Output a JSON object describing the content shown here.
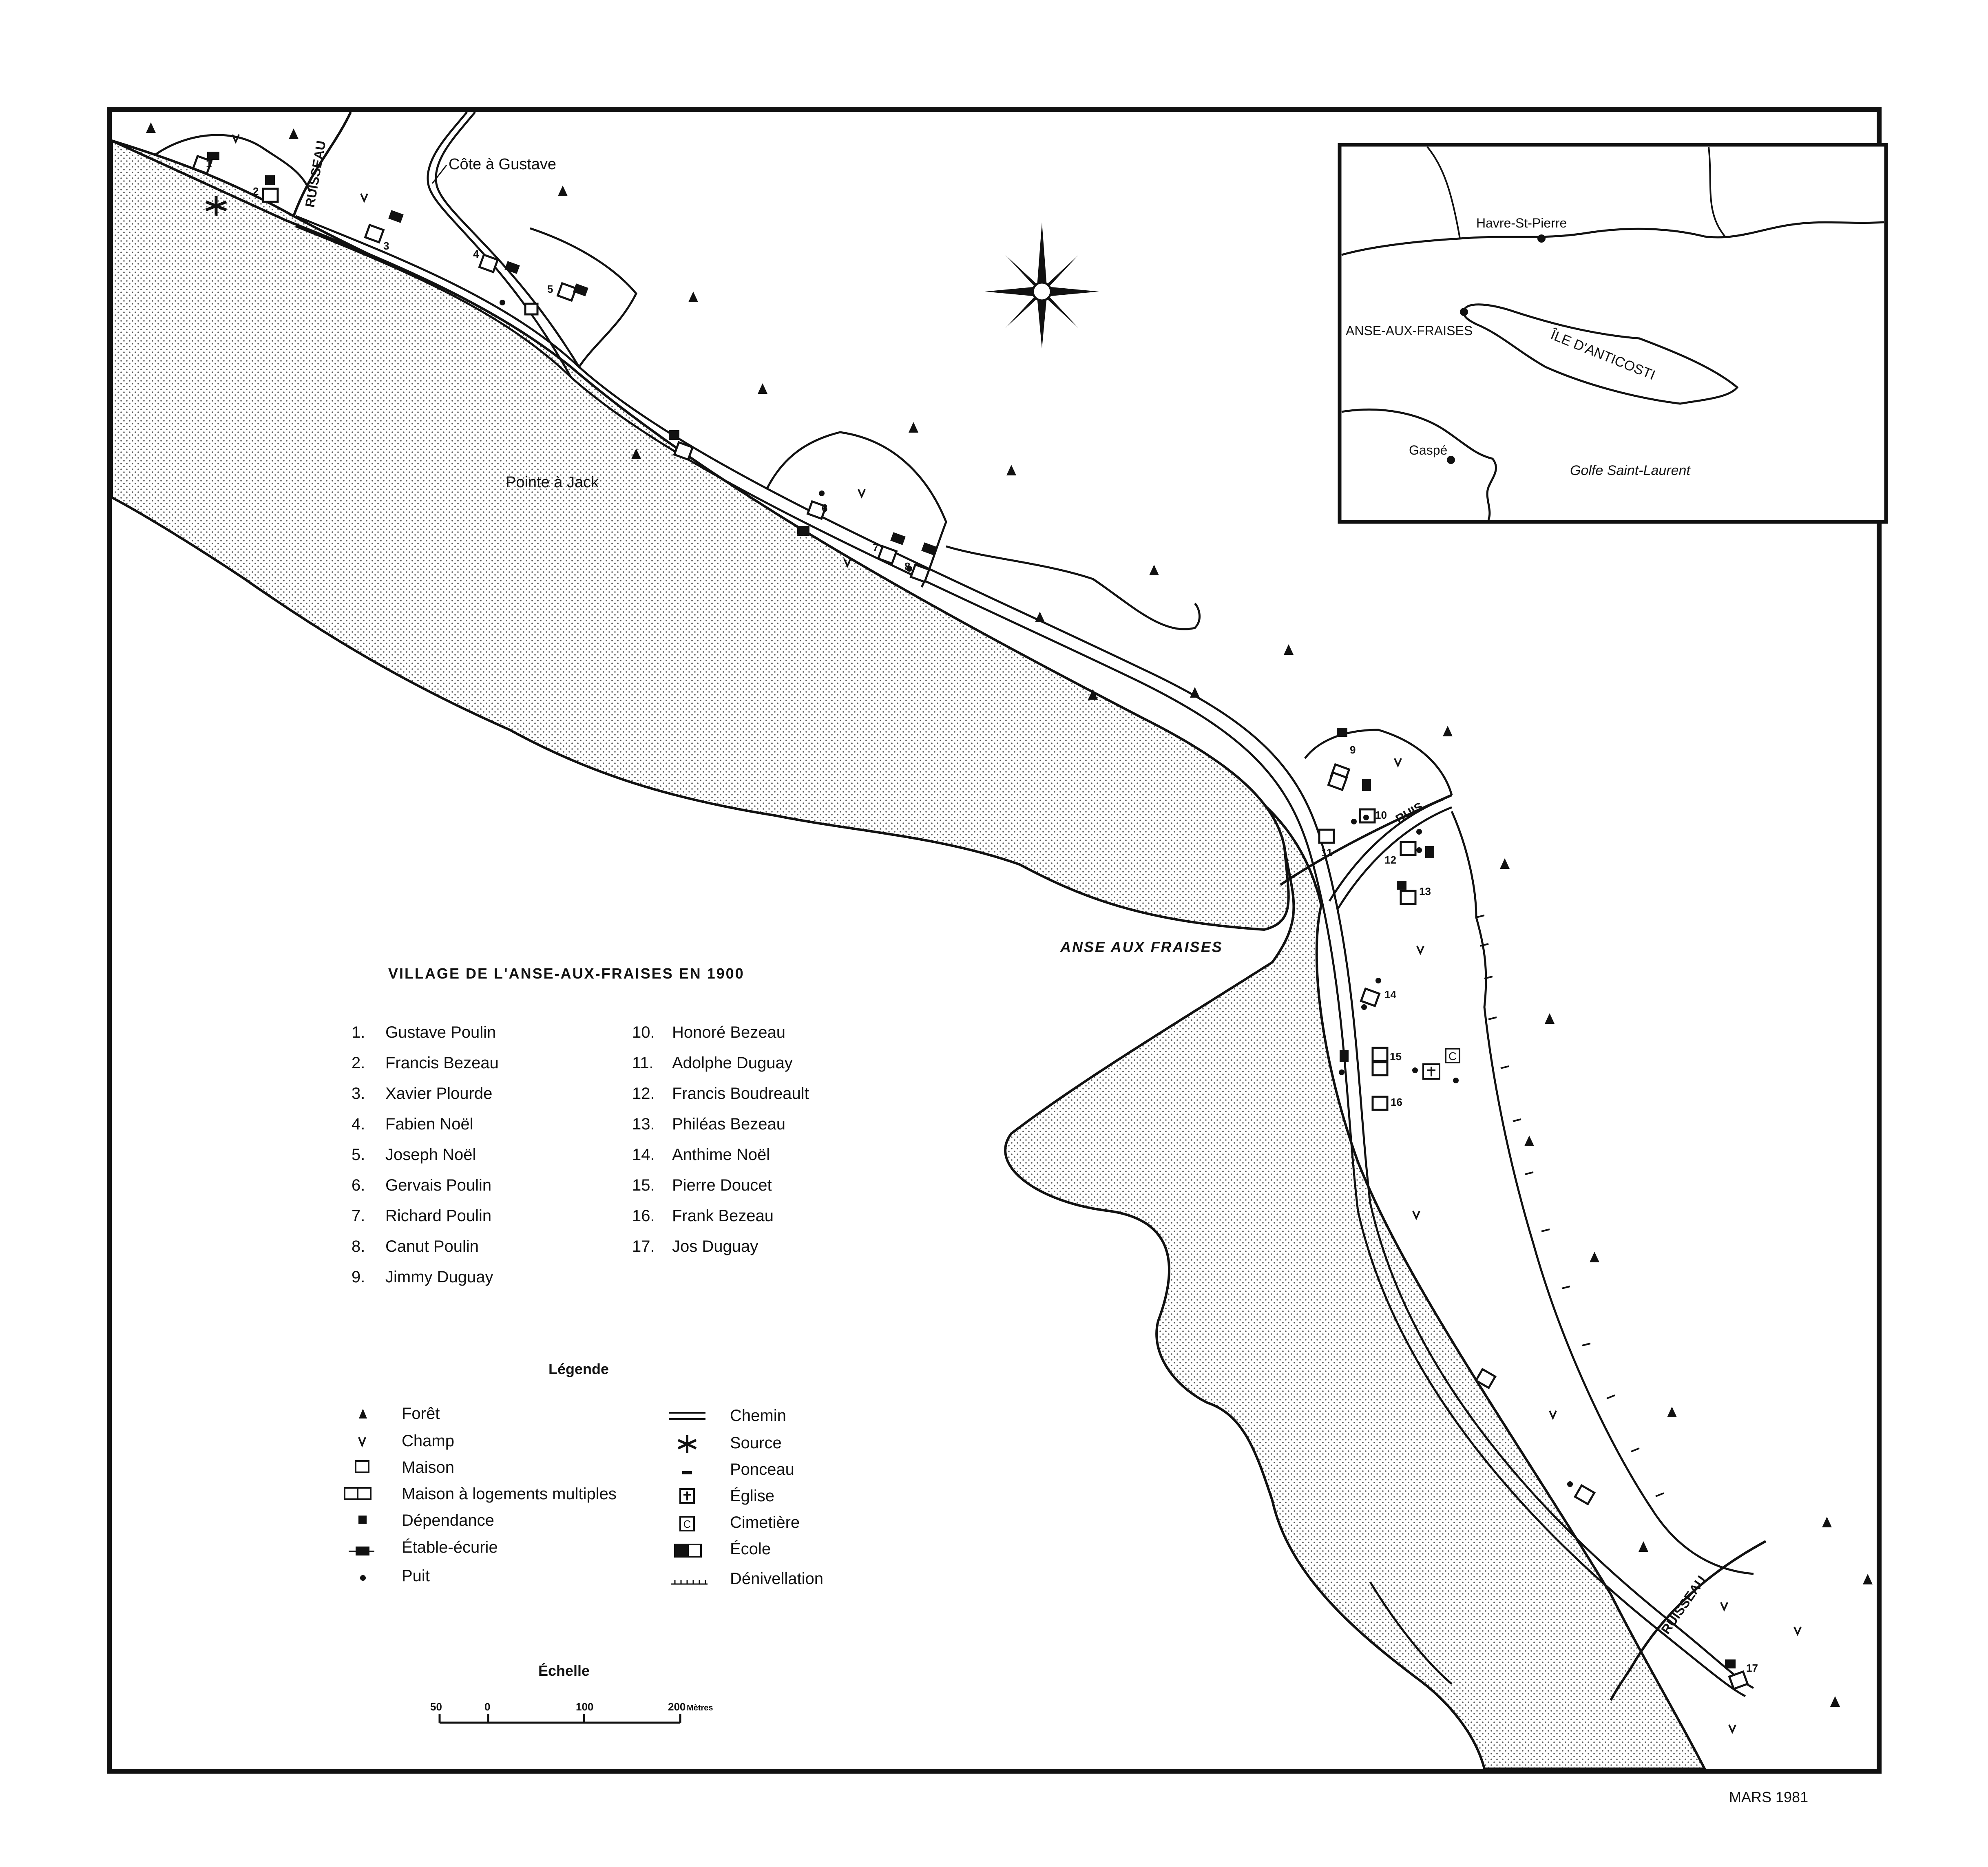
{
  "title": "VILLAGE DE L'ANSE-AUX-FRAISES EN 1900",
  "date": "MARS 1981",
  "place_labels": {
    "cote_gustave": "Côte à Gustave",
    "pointe_jack": "Pointe à Jack",
    "anse_aux_fraises": "ANSE AUX FRAISES",
    "ruisseau_nw": "RUISSEAU",
    "ruisseau_se": "RUISSEAU",
    "ruis": "RUIS."
  },
  "inset": {
    "havre_st_pierre": "Havre-St-Pierre",
    "anse_aux_fraises": "ANSE-AUX-FRAISES",
    "ile_anticosti": "ÎLE D'ANTICOSTI",
    "gaspe": "Gaspé",
    "golfe": "Golfe Saint-Laurent"
  },
  "residents": [
    {
      "num": "1.",
      "name": "Gustave Poulin"
    },
    {
      "num": "2.",
      "name": "Francis Bezeau"
    },
    {
      "num": "3.",
      "name": "Xavier Plourde"
    },
    {
      "num": "4.",
      "name": "Fabien Noël"
    },
    {
      "num": "5.",
      "name": "Joseph Noël"
    },
    {
      "num": "6.",
      "name": "Gervais Poulin"
    },
    {
      "num": "7.",
      "name": "Richard Poulin"
    },
    {
      "num": "8.",
      "name": "Canut Poulin"
    },
    {
      "num": "9.",
      "name": "Jimmy Duguay"
    },
    {
      "num": "10.",
      "name": "Honoré Bezeau"
    },
    {
      "num": "11.",
      "name": "Adolphe Duguay"
    },
    {
      "num": "12.",
      "name": "Francis Boudreault"
    },
    {
      "num": "13.",
      "name": "Philéas Bezeau"
    },
    {
      "num": "14.",
      "name": "Anthime Noël"
    },
    {
      "num": "15.",
      "name": "Pierre Doucet"
    },
    {
      "num": "16.",
      "name": "Frank Bezeau"
    },
    {
      "num": "17.",
      "name": "Jos Duguay"
    }
  ],
  "house_numbers": [
    "1",
    "2",
    "3",
    "4",
    "5",
    "6",
    "7",
    "8",
    "9",
    "10",
    "11",
    "12",
    "13",
    "14",
    "15",
    "16",
    "17"
  ],
  "legend": {
    "title": "Légende",
    "items_left": [
      "Forêt",
      "Champ",
      "Maison",
      "Maison à logements multiples",
      "Dépendance",
      "Étable-écurie",
      "Puit"
    ],
    "items_right": [
      "Chemin",
      "Source",
      "Ponceau",
      "Église",
      "Cimetière",
      "École",
      "Dénivellation"
    ]
  },
  "scale": {
    "title": "Échelle",
    "ticks": [
      "50",
      "0",
      "100",
      "200"
    ],
    "unit": "Mètres"
  },
  "colors": {
    "ink": "#111111",
    "paper": "#ffffff",
    "water_dots": "#555555"
  }
}
